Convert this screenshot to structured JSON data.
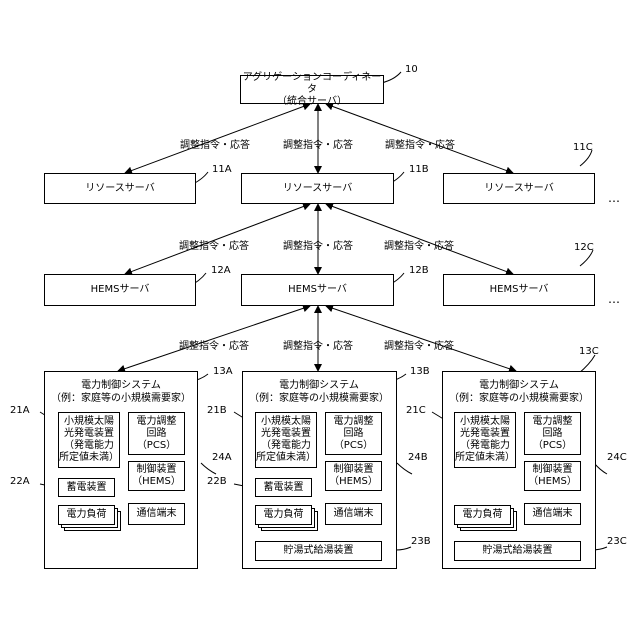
{
  "coordinator": {
    "line1": "アグリゲーションコーディネータ",
    "line2": "（統合サーバ）",
    "ref": "10"
  },
  "instruction_label": "調整指令・応答",
  "ellipsis": "…",
  "resource_servers": [
    {
      "label": "リソースサーバ",
      "ref": "11A"
    },
    {
      "label": "リソースサーバ",
      "ref": "11B"
    },
    {
      "label": "リソースサーバ",
      "ref": "11C"
    }
  ],
  "hems_servers": [
    {
      "label": "HEMSサーバ",
      "ref": "12A"
    },
    {
      "label": "HEMSサーバ",
      "ref": "12B"
    },
    {
      "label": "HEMSサーバ",
      "ref": "12C"
    }
  ],
  "system": {
    "title1": "電力制御システム",
    "title2": "（例：家庭等の小規模需要家）",
    "solar": [
      "小規模太陽",
      "光発電装置",
      "（発電能力",
      "所定値未満）"
    ],
    "pcs": [
      "電力調整",
      "回路",
      "（PCS）"
    ],
    "control": [
      "制御装置",
      "（HEMS）"
    ],
    "storage": "蓄電装置",
    "load": "電力負荷",
    "terminal": "通信端末",
    "water_heater": "貯湯式給湯装置"
  },
  "system_refs": [
    {
      "system": "13A",
      "solar": "21A",
      "storage": "22A",
      "control": "24A"
    },
    {
      "system": "13B",
      "solar": "21B",
      "storage": "22B",
      "control": "24B",
      "heater": "23B"
    },
    {
      "system": "13C",
      "solar": "21C",
      "control": "24C",
      "heater": "23C"
    }
  ]
}
